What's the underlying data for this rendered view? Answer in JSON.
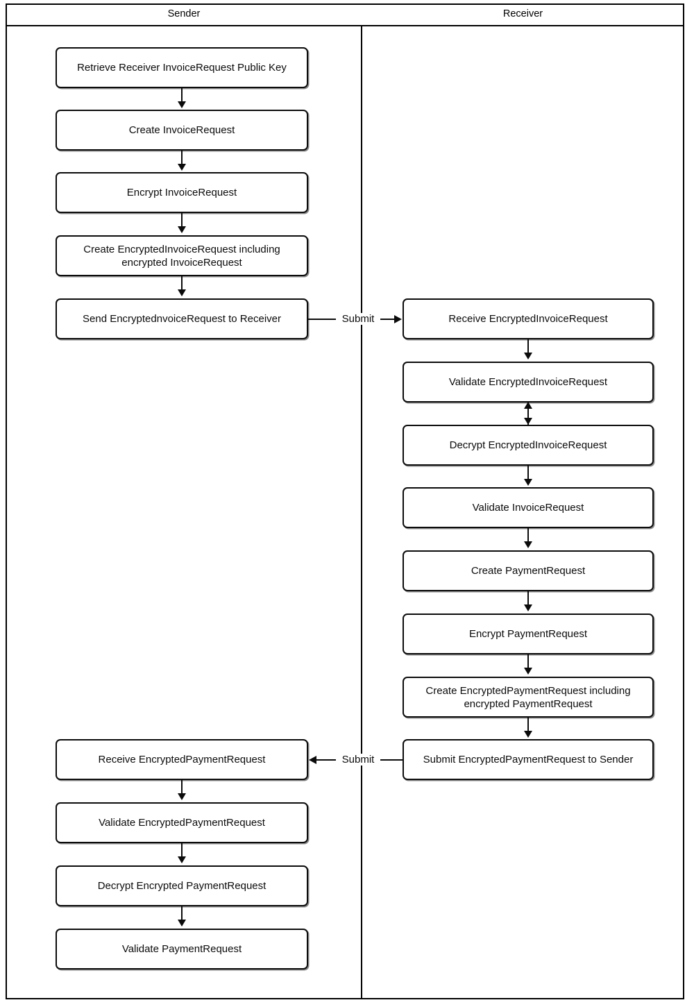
{
  "diagram": {
    "type": "swimlane-flowchart",
    "title": "",
    "lanes": [
      {
        "id": "sender",
        "label": "Sender"
      },
      {
        "id": "receiver",
        "label": "Receiver"
      }
    ],
    "nodes": [
      {
        "id": "s1",
        "lane": "sender",
        "label": "Retrieve Receiver InvoiceRequest Public Key"
      },
      {
        "id": "s2",
        "lane": "sender",
        "label": "Create InvoiceRequest"
      },
      {
        "id": "s3",
        "lane": "sender",
        "label": "Encrypt InvoiceRequest"
      },
      {
        "id": "s4",
        "lane": "sender",
        "label": "Create EncryptedInvoiceRequest including encrypted InvoiceRequest"
      },
      {
        "id": "s5",
        "lane": "sender",
        "label": "Send EncryptednvoiceRequest to Receiver"
      },
      {
        "id": "r1",
        "lane": "receiver",
        "label": "Receive EncryptedInvoiceRequest"
      },
      {
        "id": "r2",
        "lane": "receiver",
        "label": "Validate EncryptedInvoiceRequest"
      },
      {
        "id": "r3",
        "lane": "receiver",
        "label": "Decrypt EncryptedInvoiceRequest"
      },
      {
        "id": "r4",
        "lane": "receiver",
        "label": "Validate InvoiceRequest"
      },
      {
        "id": "r5",
        "lane": "receiver",
        "label": "Create PaymentRequest"
      },
      {
        "id": "r6",
        "lane": "receiver",
        "label": "Encrypt PaymentRequest"
      },
      {
        "id": "r7",
        "lane": "receiver",
        "label": "Create EncryptedPaymentRequest including encrypted PaymentRequest"
      },
      {
        "id": "r8",
        "lane": "receiver",
        "label": "Submit EncryptedPaymentRequest to Sender"
      },
      {
        "id": "s6",
        "lane": "sender",
        "label": "Receive EncryptedPaymentRequest"
      },
      {
        "id": "s7",
        "lane": "sender",
        "label": "Validate EncryptedPaymentRequest"
      },
      {
        "id": "s8",
        "lane": "sender",
        "label": "Decrypt Encrypted PaymentRequest"
      },
      {
        "id": "s9",
        "lane": "sender",
        "label": "Validate PaymentRequest"
      }
    ],
    "edges": [
      {
        "from": "s1",
        "to": "s2",
        "label": "",
        "direction": "down"
      },
      {
        "from": "s2",
        "to": "s3",
        "label": "",
        "direction": "down"
      },
      {
        "from": "s3",
        "to": "s4",
        "label": "",
        "direction": "down"
      },
      {
        "from": "s4",
        "to": "s5",
        "label": "",
        "direction": "down"
      },
      {
        "from": "s5",
        "to": "r1",
        "label": "Submit",
        "direction": "right"
      },
      {
        "from": "r1",
        "to": "r2",
        "label": "",
        "direction": "down"
      },
      {
        "from": "r2",
        "to": "r3",
        "label": "",
        "direction": "both"
      },
      {
        "from": "r3",
        "to": "r4",
        "label": "",
        "direction": "down"
      },
      {
        "from": "r4",
        "to": "r5",
        "label": "",
        "direction": "down"
      },
      {
        "from": "r5",
        "to": "r6",
        "label": "",
        "direction": "down"
      },
      {
        "from": "r6",
        "to": "r7",
        "label": "",
        "direction": "down"
      },
      {
        "from": "r7",
        "to": "r8",
        "label": "",
        "direction": "down"
      },
      {
        "from": "r8",
        "to": "s6",
        "label": "Submit",
        "direction": "left"
      },
      {
        "from": "s6",
        "to": "s7",
        "label": "",
        "direction": "down"
      },
      {
        "from": "s7",
        "to": "s8",
        "label": "",
        "direction": "down"
      },
      {
        "from": "s8",
        "to": "s9",
        "label": "",
        "direction": "down"
      }
    ],
    "edge_labels": {
      "submit_top": "Submit",
      "submit_bottom": "Submit"
    },
    "colors": {
      "stroke": "#0b0b0b",
      "fill": "#ffffff",
      "text": "#000000",
      "background": "#ffffff"
    }
  }
}
